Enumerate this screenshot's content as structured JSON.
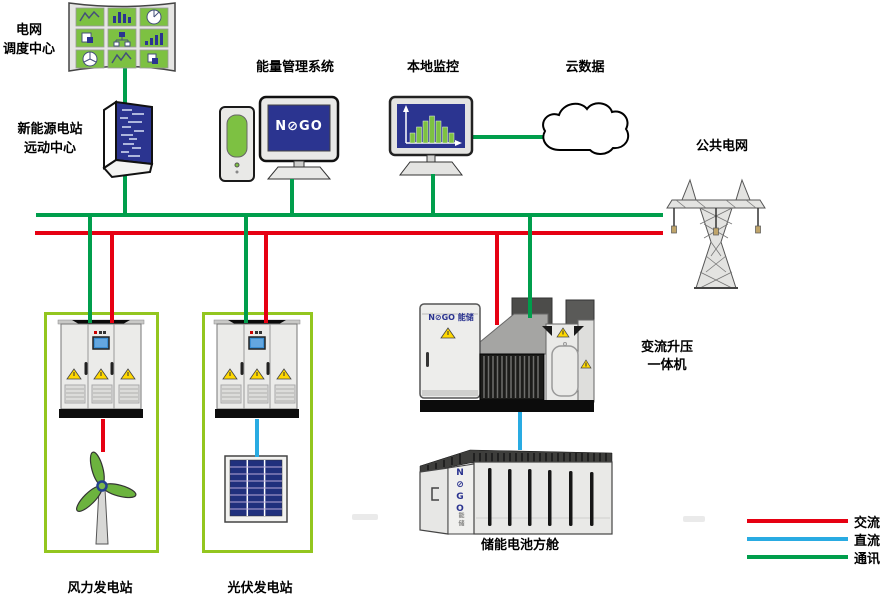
{
  "nodes": {
    "grid_dispatch": {
      "label": [
        "电网",
        "调度中心"
      ]
    },
    "remote_center": {
      "label": [
        "新能源电站",
        "远动中心"
      ]
    },
    "ems": {
      "label": "能量管理系统",
      "logo": "N⊘GO"
    },
    "local_monitor": {
      "label": "本地监控"
    },
    "cloud": {
      "label": "云数据"
    },
    "public_grid": {
      "label": "公共电网"
    },
    "converter": {
      "label": [
        "变流升压",
        "一体机"
      ],
      "logo": "N⊘GO 能储"
    },
    "battery_container": {
      "label": "储能电池方舱",
      "logo_vertical": "N⊘GO",
      "logo_sub": "能储"
    },
    "wind_station": {
      "label": "风力发电站"
    },
    "pv_station": {
      "label": "光伏发电站"
    }
  },
  "legend": {
    "items": [
      {
        "label": "交流",
        "color": "#e60012"
      },
      {
        "label": "直流",
        "color": "#29abe2"
      },
      {
        "label": "通讯",
        "color": "#009e4c"
      }
    ]
  },
  "colors": {
    "ac_line": "#e60012",
    "dc_line": "#29abe2",
    "comm_line": "#009e4c",
    "station_box_border": "#93c61f",
    "screen_navy": "#2b3490",
    "icon_green": "#7dc142"
  }
}
